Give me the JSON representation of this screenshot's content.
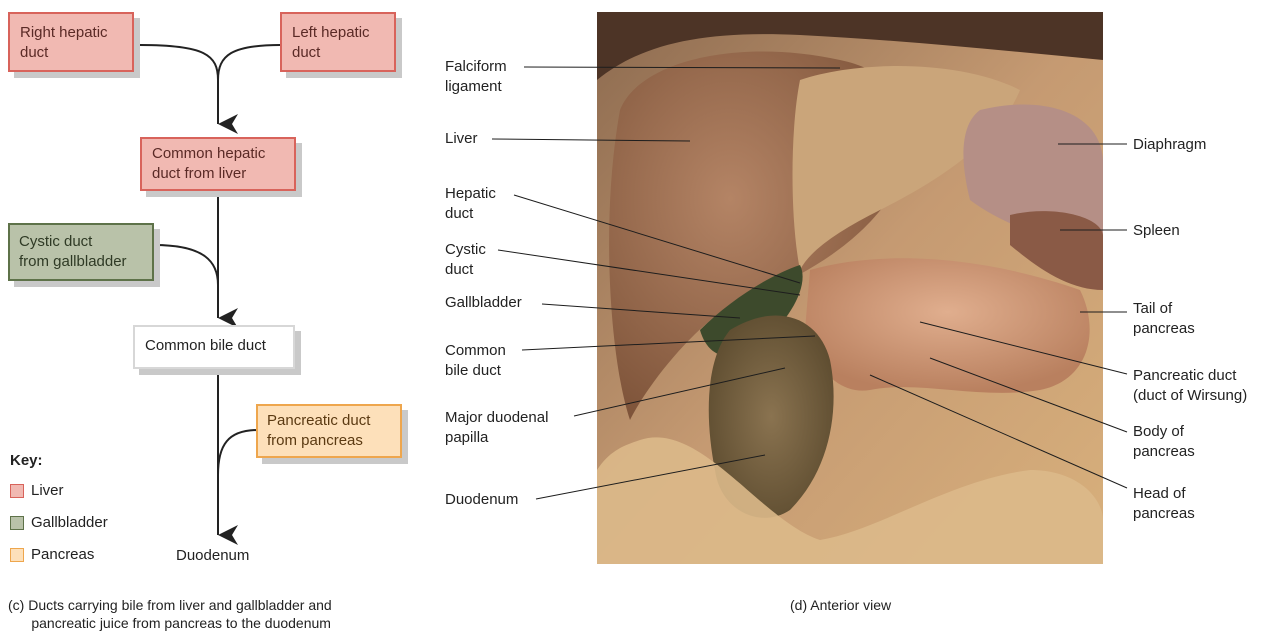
{
  "flow": {
    "right_hepatic": "Right hepatic\nduct",
    "left_hepatic": "Left hepatic\nduct",
    "common_hepatic": "Common hepatic\nduct from liver",
    "cystic": "Cystic duct\nfrom gallbladder",
    "common_bile": "Common bile duct",
    "pancreatic": "Pancreatic duct\nfrom pancreas",
    "duodenum": "Duodenum"
  },
  "key": {
    "title": "Key:",
    "items": [
      {
        "label": "Liver",
        "color": "#f1b9b2",
        "border": "#d8635b"
      },
      {
        "label": "Gallbladder",
        "color": "#b9c2a9",
        "border": "#5e7249"
      },
      {
        "label": "Pancreas",
        "color": "#fde0ba",
        "border": "#eea64d"
      }
    ]
  },
  "captions": {
    "left": "(c) Ducts carrying bile from liver and gallbladder and\n      pancreatic juice from pancreas to the duodenum",
    "right": "(d) Anterior view"
  },
  "photo_labels": {
    "left": {
      "falciform": "Falciform\nligament",
      "liver": "Liver",
      "hepatic_duct": "Hepatic\nduct",
      "cystic_duct": "Cystic\nduct",
      "gallbladder": "Gallbladder",
      "common_bile_duct": "Common\nbile duct",
      "major_papilla": "Major duodenal\npapilla",
      "duodenum": "Duodenum"
    },
    "right": {
      "diaphragm": "Diaphragm",
      "spleen": "Spleen",
      "tail": "Tail of\npancreas",
      "pancreatic_duct": "Pancreatic duct\n(duct of Wirsung)",
      "body": "Body of\npancreas",
      "head": "Head of\npancreas"
    }
  }
}
